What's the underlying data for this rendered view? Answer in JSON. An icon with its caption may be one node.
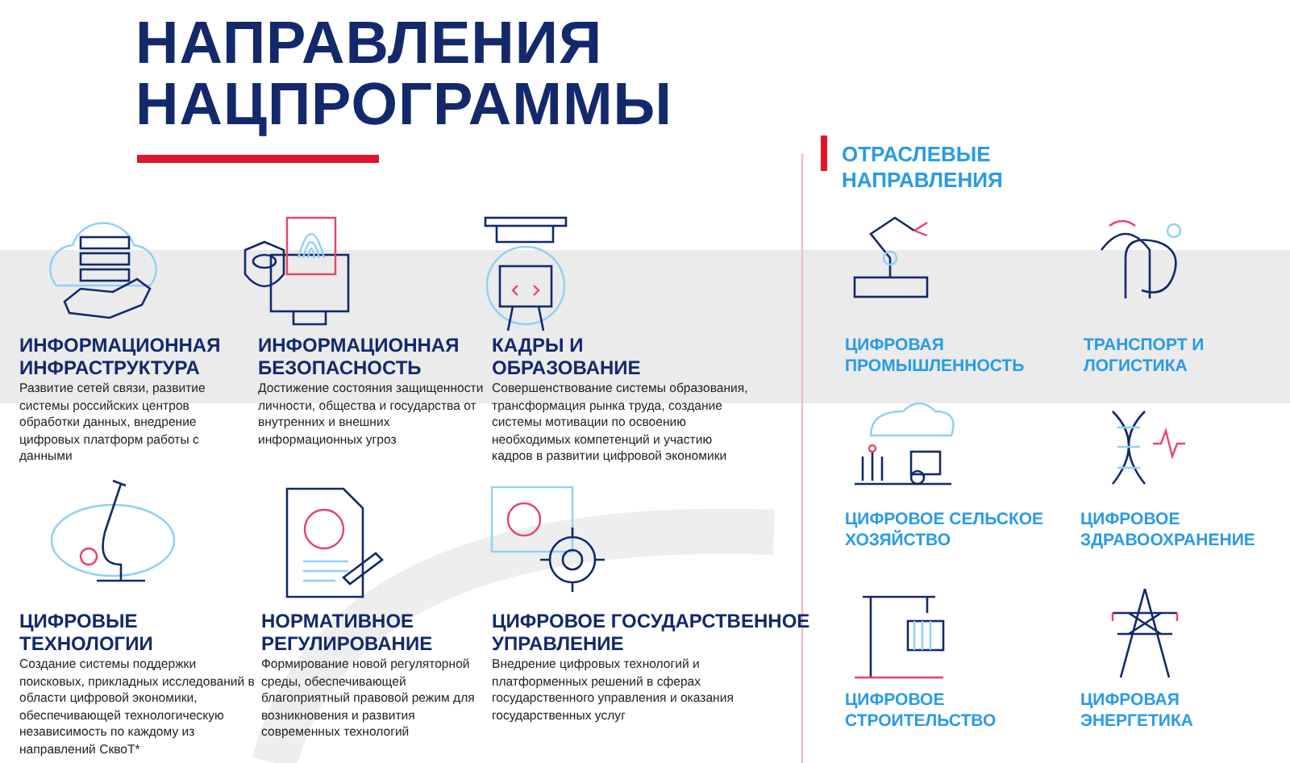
{
  "diagram": {
    "title": "НАПРАВЛЕНИЯ НАЦПРОГРАММЫ",
    "labels": [
      "ИНФОРМАЦИОННАЯ ИНФРАСТРУКТУРА",
      "Развитие сетей связи, развитие системы российских центров обработки данных, внедрение цифровых платформ работы с данными",
      "ИНФОРМАЦИОННАЯ БЕЗОПАСНОСТЬ",
      "Достижение состояния защищенности личности, общества и государства от внутренних и внешних информационных угроз",
      "КАДРЫ И ОБРАЗОВАНИЕ",
      "Совершенствование системы образования, трансформация рынка труда, создание системы мотивации по освоению необходимых компетенций и участию кадров в развитии цифровой экономики",
      "ЦИФРОВЫЕ ТЕХНОЛОГИИ",
      "Создание системы поддержки поисковых, прикладных исследований в области цифровой экономики, обеспечивающей технологическую независимость по каждому из направлений СквоТ*",
      "НОРМАТИВНОЕ РЕГУЛИРОВАНИЕ",
      "Формирование новой регуляторной среды, обеспечивающей благоприятный правовой режим для возникновения и развития современных технологий",
      "ЦИФРОВОЕ ГОСУДАРСТВЕННОЕ УПРАВЛЕНИЕ",
      "Внедрение цифровых технологий и платформенных решений в сферах государственного управления и оказания государственных услуг",
      "ОТРАСЛЕВЫЕ НАПРАВЛЕНИЯ",
      "ЦИФРОВАЯ ПРОМЫШЛЕННОСТЬ",
      "ТРАНСПОРТ И ЛОГИСТИКА",
      "ЦИФРОВОЕ СЕЛЬСКОЕ ХОЗЯЙСТВО",
      "ЦИФРОВОЕ ЗДРАВООХРАНЕНИЕ",
      "ЦИФРОВОЕ СТРОИТЕЛЬСТВО",
      "ЦИФРОВАЯ ЭНЕРГЕТИКА"
    ]
  }
}
